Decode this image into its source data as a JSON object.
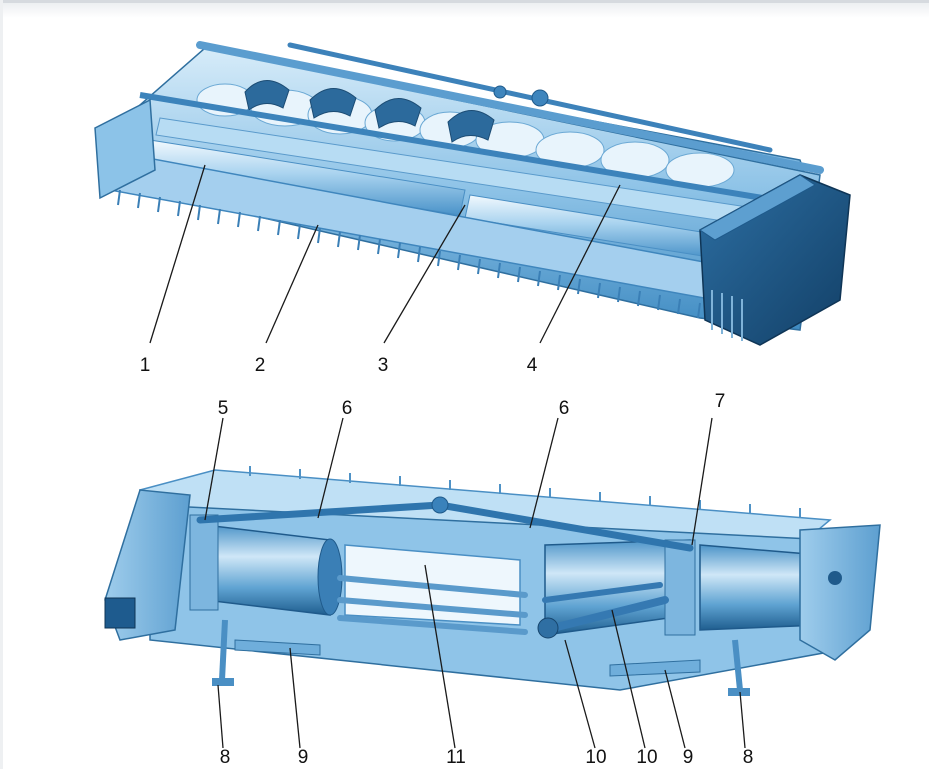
{
  "figure": {
    "subject": "grain header assembly diagram",
    "colors": {
      "metal_light": "#cfe6f6",
      "metal_mid": "#8cc2e6",
      "metal_dark": "#2f7fb8",
      "metal_deep": "#1b4f7a",
      "leader": "#1a1a1a",
      "label": "#111111"
    }
  },
  "callouts": {
    "top": [
      {
        "id": "c1",
        "label": "1"
      },
      {
        "id": "c2",
        "label": "2"
      },
      {
        "id": "c3",
        "label": "3"
      },
      {
        "id": "c4",
        "label": "4"
      }
    ],
    "bottom": [
      {
        "id": "c5",
        "label": "5"
      },
      {
        "id": "c6a",
        "label": "6"
      },
      {
        "id": "c6b",
        "label": "6"
      },
      {
        "id": "c7",
        "label": "7"
      },
      {
        "id": "c8a",
        "label": "8"
      },
      {
        "id": "c9a",
        "label": "9"
      },
      {
        "id": "c11",
        "label": "11"
      },
      {
        "id": "c10a",
        "label": "10"
      },
      {
        "id": "c10b",
        "label": "10"
      },
      {
        "id": "c9b",
        "label": "9"
      },
      {
        "id": "c8b",
        "label": "8"
      }
    ]
  }
}
